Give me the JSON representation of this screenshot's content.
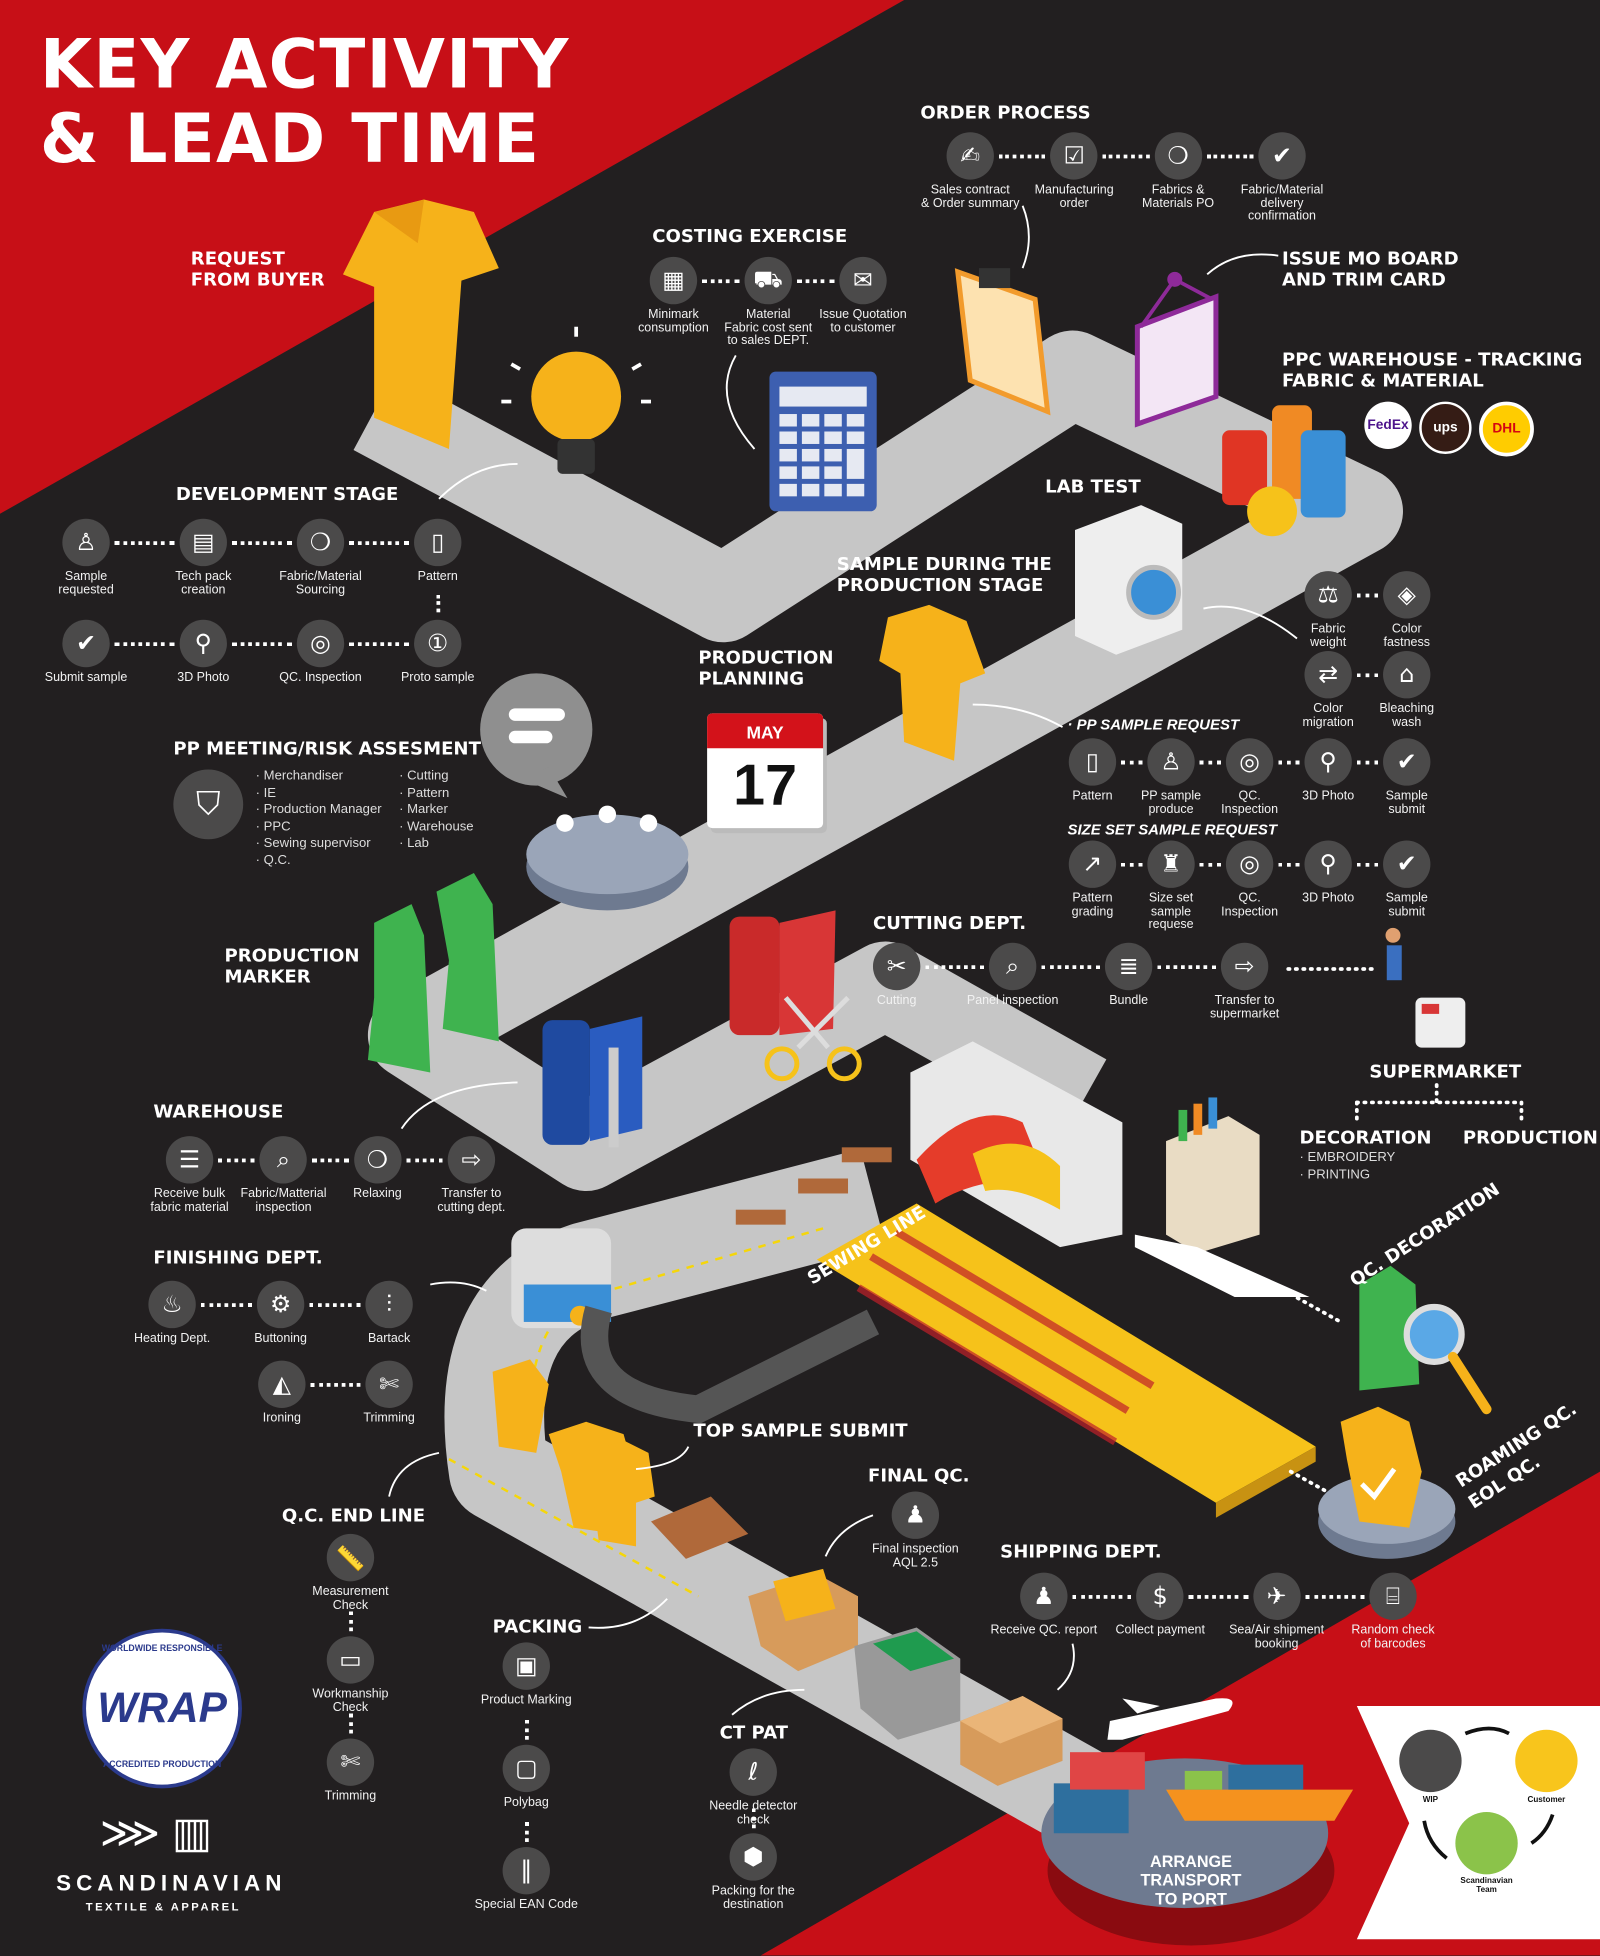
{
  "title": {
    "line1": "KEY ACTIVITY",
    "line2": "& LEAD TIME"
  },
  "request_from_buyer": "REQUEST\nFROM BUYER",
  "order_process": {
    "heading": "ORDER PROCESS",
    "steps": [
      {
        "label": "Sales contract\n& Order summary",
        "icon": "contract-icon"
      },
      {
        "label": "Manufacturing\norder",
        "icon": "clipboard-icon"
      },
      {
        "label": "Fabrics &\nMaterials PO",
        "icon": "fabric-roll-icon"
      },
      {
        "label": "Fabric/Material\ndelivery confirmation",
        "icon": "check-icon"
      }
    ]
  },
  "costing_exercise": {
    "heading": "COSTING EXERCISE",
    "steps": [
      {
        "label": "Minimark\nconsumption",
        "icon": "marker-icon"
      },
      {
        "label": "Material\nFabric cost sent\nto sales DEPT.",
        "icon": "cart-icon"
      },
      {
        "label": "Issue Quotation\nto customer",
        "icon": "quotation-icon"
      }
    ]
  },
  "issue_mo_board": "ISSUE MO BOARD\nAND TRIM CARD",
  "ppc_warehouse": {
    "heading": "PPC WAREHOUSE - TRACKING\nFABRIC & MATERIAL",
    "carriers": [
      "FedEx",
      "ups",
      "DHL"
    ]
  },
  "lab_test": {
    "heading": "LAB TEST",
    "row1": [
      {
        "label": "Fabric\nweight",
        "icon": "scale-icon"
      },
      {
        "label": "Color\nfastness",
        "icon": "drop-icon"
      }
    ],
    "row2": [
      {
        "label": "Color\nmigration",
        "icon": "arrows-icon"
      },
      {
        "label": "Bleaching\nwash",
        "icon": "bleach-icon"
      }
    ]
  },
  "sample_during_production": "SAMPLE DURING THE\nPRODUCTION STAGE",
  "pp_sample_request": {
    "heading": "· PP SAMPLE REQUEST",
    "steps": [
      {
        "label": "Pattern",
        "icon": "pattern-icon"
      },
      {
        "label": "PP sample\nproduce",
        "icon": "shirt-icon"
      },
      {
        "label": "QC. Inspection",
        "icon": "tape-measure-icon"
      },
      {
        "label": "3D Photo",
        "icon": "photo-studio-icon"
      },
      {
        "label": "Sample\nsubmit",
        "icon": "check-circle-icon"
      }
    ]
  },
  "size_set_sample_request": {
    "heading": "SIZE SET SAMPLE REQUEST",
    "steps": [
      {
        "label": "Pattern\ngrading",
        "icon": "pattern-grading-icon"
      },
      {
        "label": "Size set\nsample\nrequese",
        "icon": "tank-top-icon"
      },
      {
        "label": "QC. Inspection",
        "icon": "tape-measure-icon"
      },
      {
        "label": "3D Photo",
        "icon": "photo-studio-icon"
      },
      {
        "label": "Sample\nsubmit",
        "icon": "check-circle-icon"
      }
    ]
  },
  "development_stage": {
    "heading": "DEVELOPMENT STAGE",
    "row1": [
      {
        "label": "Sample\nrequested",
        "icon": "shirt-icon"
      },
      {
        "label": "Tech pack\ncreation",
        "icon": "tech-pack-icon"
      },
      {
        "label": "Fabric/Material\nSourcing",
        "icon": "fabric-roll-icon"
      },
      {
        "label": "Pattern",
        "icon": "pattern-icon"
      }
    ],
    "row2": [
      {
        "label": "Submit sample",
        "icon": "check-circle-icon"
      },
      {
        "label": "3D Photo",
        "icon": "photo-studio-icon"
      },
      {
        "label": "QC. Inspection",
        "icon": "tape-measure-icon"
      },
      {
        "label": "Proto sample",
        "icon": "proto-shirt-icon"
      }
    ]
  },
  "production_planning": {
    "heading": "PRODUCTION\nPLANNING",
    "calendar_month": "MAY",
    "calendar_day": "17"
  },
  "pp_meeting": {
    "heading": "PP MEETING/RISK ASSESMENT",
    "list1": [
      "Merchandiser",
      "IE",
      "Production Manager",
      "PPC",
      "Sewing supervisor",
      "Q.C."
    ],
    "list2": [
      "Cutting",
      "Pattern",
      "Marker",
      "Warehouse",
      "Lab"
    ]
  },
  "production_marker": "PRODUCTION\nMARKER",
  "cutting_dept": {
    "heading": "CUTTING DEPT.",
    "steps": [
      {
        "label": "Cutting",
        "icon": "cutting-icon"
      },
      {
        "label": "Panel inspection",
        "icon": "magnifier-icon"
      },
      {
        "label": "Bundle",
        "icon": "bundle-icon"
      },
      {
        "label": "Transfer to\nsupermarket",
        "icon": "transfer-icon"
      }
    ]
  },
  "supermarket": {
    "heading": "SUPERMARKET",
    "decoration": {
      "heading": "DECORATION",
      "items": [
        "EMBROIDERY",
        "PRINTING"
      ]
    },
    "production": {
      "heading": "PRODUCTION"
    }
  },
  "warehouse": {
    "heading": "WAREHOUSE",
    "steps": [
      {
        "label": "Receive bulk\nfabric material",
        "icon": "fabric-stack-icon"
      },
      {
        "label": "Fabric/Matterial\ninspection",
        "icon": "fabric-inspection-icon"
      },
      {
        "label": "Relaxing",
        "icon": "fabric-roll-icon"
      },
      {
        "label": "Transfer to\ncutting dept.",
        "icon": "transfer-icon"
      }
    ]
  },
  "finishing_dept": {
    "heading": "FINISHING DEPT.",
    "row1": [
      {
        "label": "Heating Dept.",
        "icon": "heat-press-icon"
      },
      {
        "label": "Buttoning",
        "icon": "button-machine-icon"
      },
      {
        "label": "Bartack",
        "icon": "bartack-icon"
      }
    ],
    "row2": [
      {
        "label": "Ironing",
        "icon": "iron-icon"
      },
      {
        "label": "Trimming",
        "icon": "thread-clipper-icon"
      }
    ]
  },
  "sewing_line": "SEWING LINE",
  "top_sample_submit": "TOP SAMPLE SUBMIT",
  "final_qc": {
    "heading": "FINAL QC.",
    "steps": [
      {
        "label": "Final inspection\nAQL 2.5",
        "icon": "inspector-icon"
      }
    ]
  },
  "qc_end_line": {
    "heading": "Q.C. END LINE",
    "steps": [
      {
        "label": "Measurement\nCheck",
        "icon": "measurement-icon"
      },
      {
        "label": "Workmanship\nCheck",
        "icon": "monitor-icon"
      },
      {
        "label": "Trimming",
        "icon": "thread-clipper-icon"
      }
    ]
  },
  "packing": {
    "heading": "PACKING",
    "steps": [
      {
        "label": "Product Marking",
        "icon": "folded-shirt-icon"
      },
      {
        "label": "Polybag",
        "icon": "polybag-icon"
      },
      {
        "label": "Special EAN Code",
        "icon": "barcode-icon"
      }
    ]
  },
  "ct_pat": {
    "heading": "CT PAT",
    "steps": [
      {
        "label": "Needle detector\ncheck",
        "icon": "needle-icon"
      },
      {
        "label": "Packing for the\ndestination",
        "icon": "box-icon"
      }
    ]
  },
  "shipping_dept": {
    "heading": "SHIPPING DEPT.",
    "steps": [
      {
        "label": "Receive QC. report",
        "icon": "report-person-icon"
      },
      {
        "label": "Collect payment",
        "icon": "payment-icon"
      },
      {
        "label": "Sea/Air shipment\nbooking",
        "icon": "phone-plane-icon"
      },
      {
        "label": "Random check\nof barcodes",
        "icon": "barcode-check-icon"
      }
    ]
  },
  "qc_decoration": "QC. DECORATION",
  "roaming_qc": "ROAMING QC.",
  "eol_qc": "EOL QC.",
  "arrange_transport": "ARRANGE TRANSPORT\nTO PORT",
  "cycle_card": {
    "wip": "WIP",
    "customer": "Customer",
    "team": "Scandinavian\nTeam"
  },
  "wrap_logo": {
    "text": "WRAP",
    "ring_top": "WORLDWIDE RESPONSIBLE",
    "ring_bottom": "ACCREDITED PRODUCTION"
  },
  "company": {
    "name": "SCANDINAVIAN",
    "tagline": "TEXTILE & APPAREL"
  },
  "colors": {
    "red": "#c70f17",
    "dark": "#221f20",
    "road": "#c4c4c4",
    "icon_bg": "#4b4a4a",
    "yellow": "#f6b21a"
  }
}
